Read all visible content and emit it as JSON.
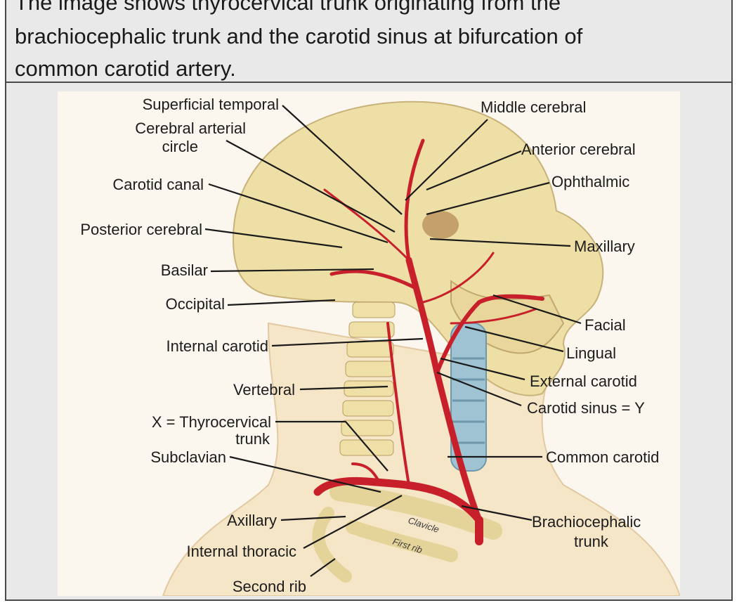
{
  "caption": {
    "line1": "The image shows thyrocervical trunk originating from the",
    "line2": "brachiocephalic trunk and the carotid sinus at bifurcation of",
    "line3": "common carotid artery."
  },
  "figure": {
    "labels": {
      "superficial_temporal": "Superficial temporal",
      "cerebral_arterial_1": "Cerebral arterial",
      "cerebral_arterial_2": "circle",
      "carotid_canal": "Carotid canal",
      "posterior_cerebral": "Posterior cerebral",
      "basilar": "Basilar",
      "occipital": "Occipital",
      "internal_carotid": "Internal carotid",
      "vertebral": "Vertebral",
      "thyrocervical_1": "X = Thyrocervical",
      "thyrocervical_2": "trunk",
      "subclavian": "Subclavian",
      "axillary": "Axillary",
      "internal_thoracic": "Internal thoracic",
      "second_rib": "Second rib",
      "middle_cerebral": "Middle cerebral",
      "anterior_cerebral": "Anterior cerebral",
      "ophthalmic": "Ophthalmic",
      "maxillary": "Maxillary",
      "facial": "Facial",
      "lingual": "Lingual",
      "external_carotid": "External carotid",
      "carotid_sinus": "Carotid sinus = Y",
      "common_carotid": "Common carotid",
      "brachiocephalic_1": "Brachiocephalic",
      "brachiocephalic_2": "trunk",
      "clavicle": "Clavicle",
      "first_rib": "First rib"
    },
    "colors": {
      "artery": "#c8202a",
      "bone": "#eedfa6",
      "skin": "#f6e6c8",
      "cartilage": "#9fc3d3"
    }
  }
}
